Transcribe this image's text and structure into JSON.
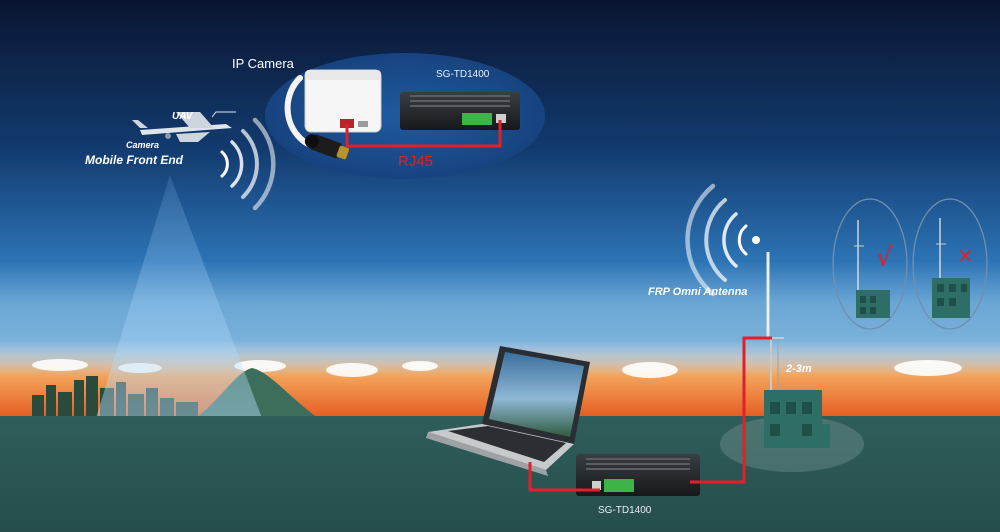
{
  "labels": {
    "ip_camera": "IP Camera",
    "device_top": "SG-TD1400",
    "rj45": "RJ45",
    "uav": "UAV",
    "camera": "Camera",
    "mobile_front_end": "Mobile Front End",
    "antenna": "FRP Omni Antenna",
    "height": "2-3m",
    "device_bottom": "SG-TD1400"
  },
  "marks": {
    "correct": "√",
    "wrong": "×"
  },
  "colors": {
    "cable": "#e0202a",
    "sky_top": "#0b1a33",
    "sky_bottom": "#2f6fae",
    "horizon": "#e8632a",
    "ground": "#2d5a57",
    "bubble": "#174a86"
  }
}
